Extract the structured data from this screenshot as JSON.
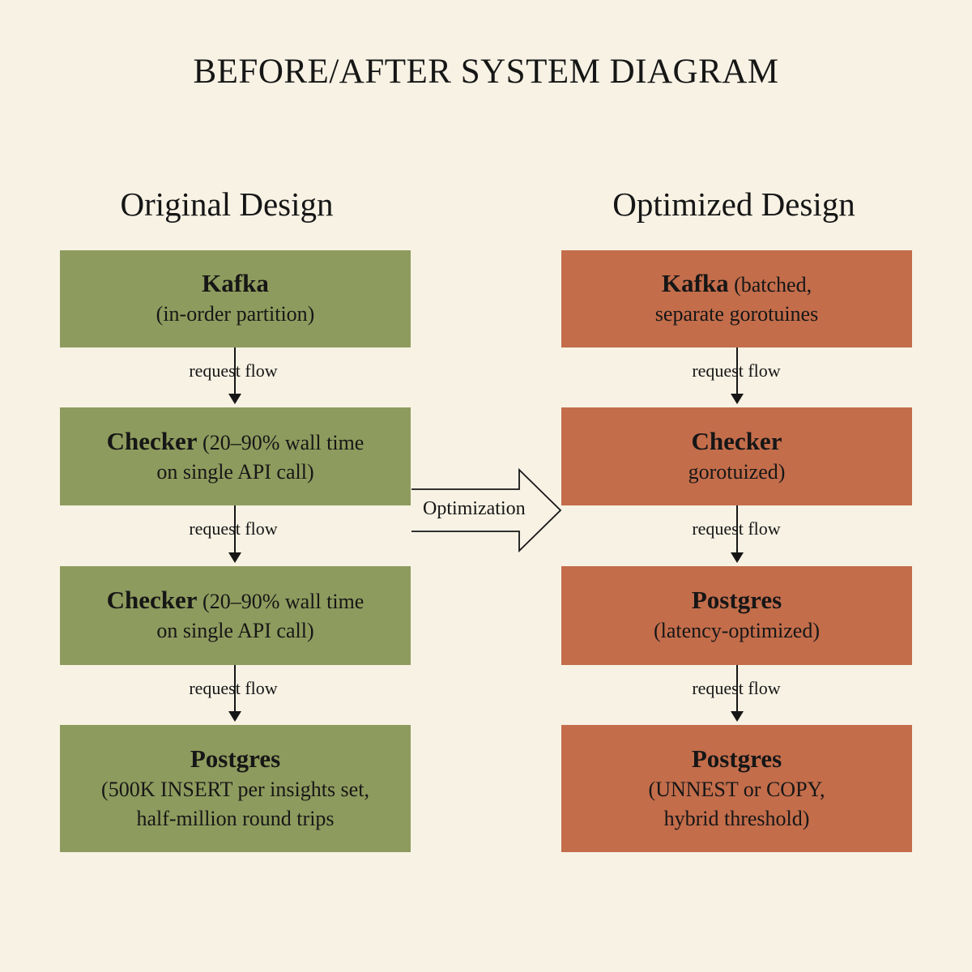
{
  "title": "BEFORE/AFTER SYSTEM DIAGRAM",
  "original": {
    "heading": "Original Design",
    "boxes": [
      {
        "name": "Kafka",
        "desc_line1": "",
        "desc_line2": "(in-order partition)"
      },
      {
        "name": "Checker",
        "desc_line1": "(20–90% wall time",
        "desc_line2": "on single API call)"
      },
      {
        "name": "Checker",
        "desc_line1": "(20–90% wall time",
        "desc_line2": "on single API call)"
      },
      {
        "name": "Postgres",
        "desc_line1": "(500K INSERT per insights set,",
        "desc_line2": "half-million round trips"
      }
    ],
    "flows": [
      "request flow",
      "request flow",
      "request flow"
    ]
  },
  "optimized": {
    "heading": "Optimized Design",
    "boxes": [
      {
        "name": "Kafka",
        "desc_line1": "(batched,",
        "desc_line2": "separate gorotuines"
      },
      {
        "name": "Checker",
        "desc_line1": "",
        "desc_line2": "gorotuized)"
      },
      {
        "name": "Postgres",
        "desc_line1": "",
        "desc_line2": "(latency-optimized)"
      },
      {
        "name": "Postgres",
        "desc_line1": "",
        "desc_line2": "(UNNEST or COPY,",
        "desc_line3": "hybrid threshold)"
      }
    ],
    "flows": [
      "request flow",
      "request flow",
      "request flow"
    ]
  },
  "transition_label": "Optimization",
  "colors": {
    "background": "#f7f2e4",
    "original_box": "#8e9b5e",
    "optimized_box": "#c36d4b",
    "ink": "#161616"
  }
}
